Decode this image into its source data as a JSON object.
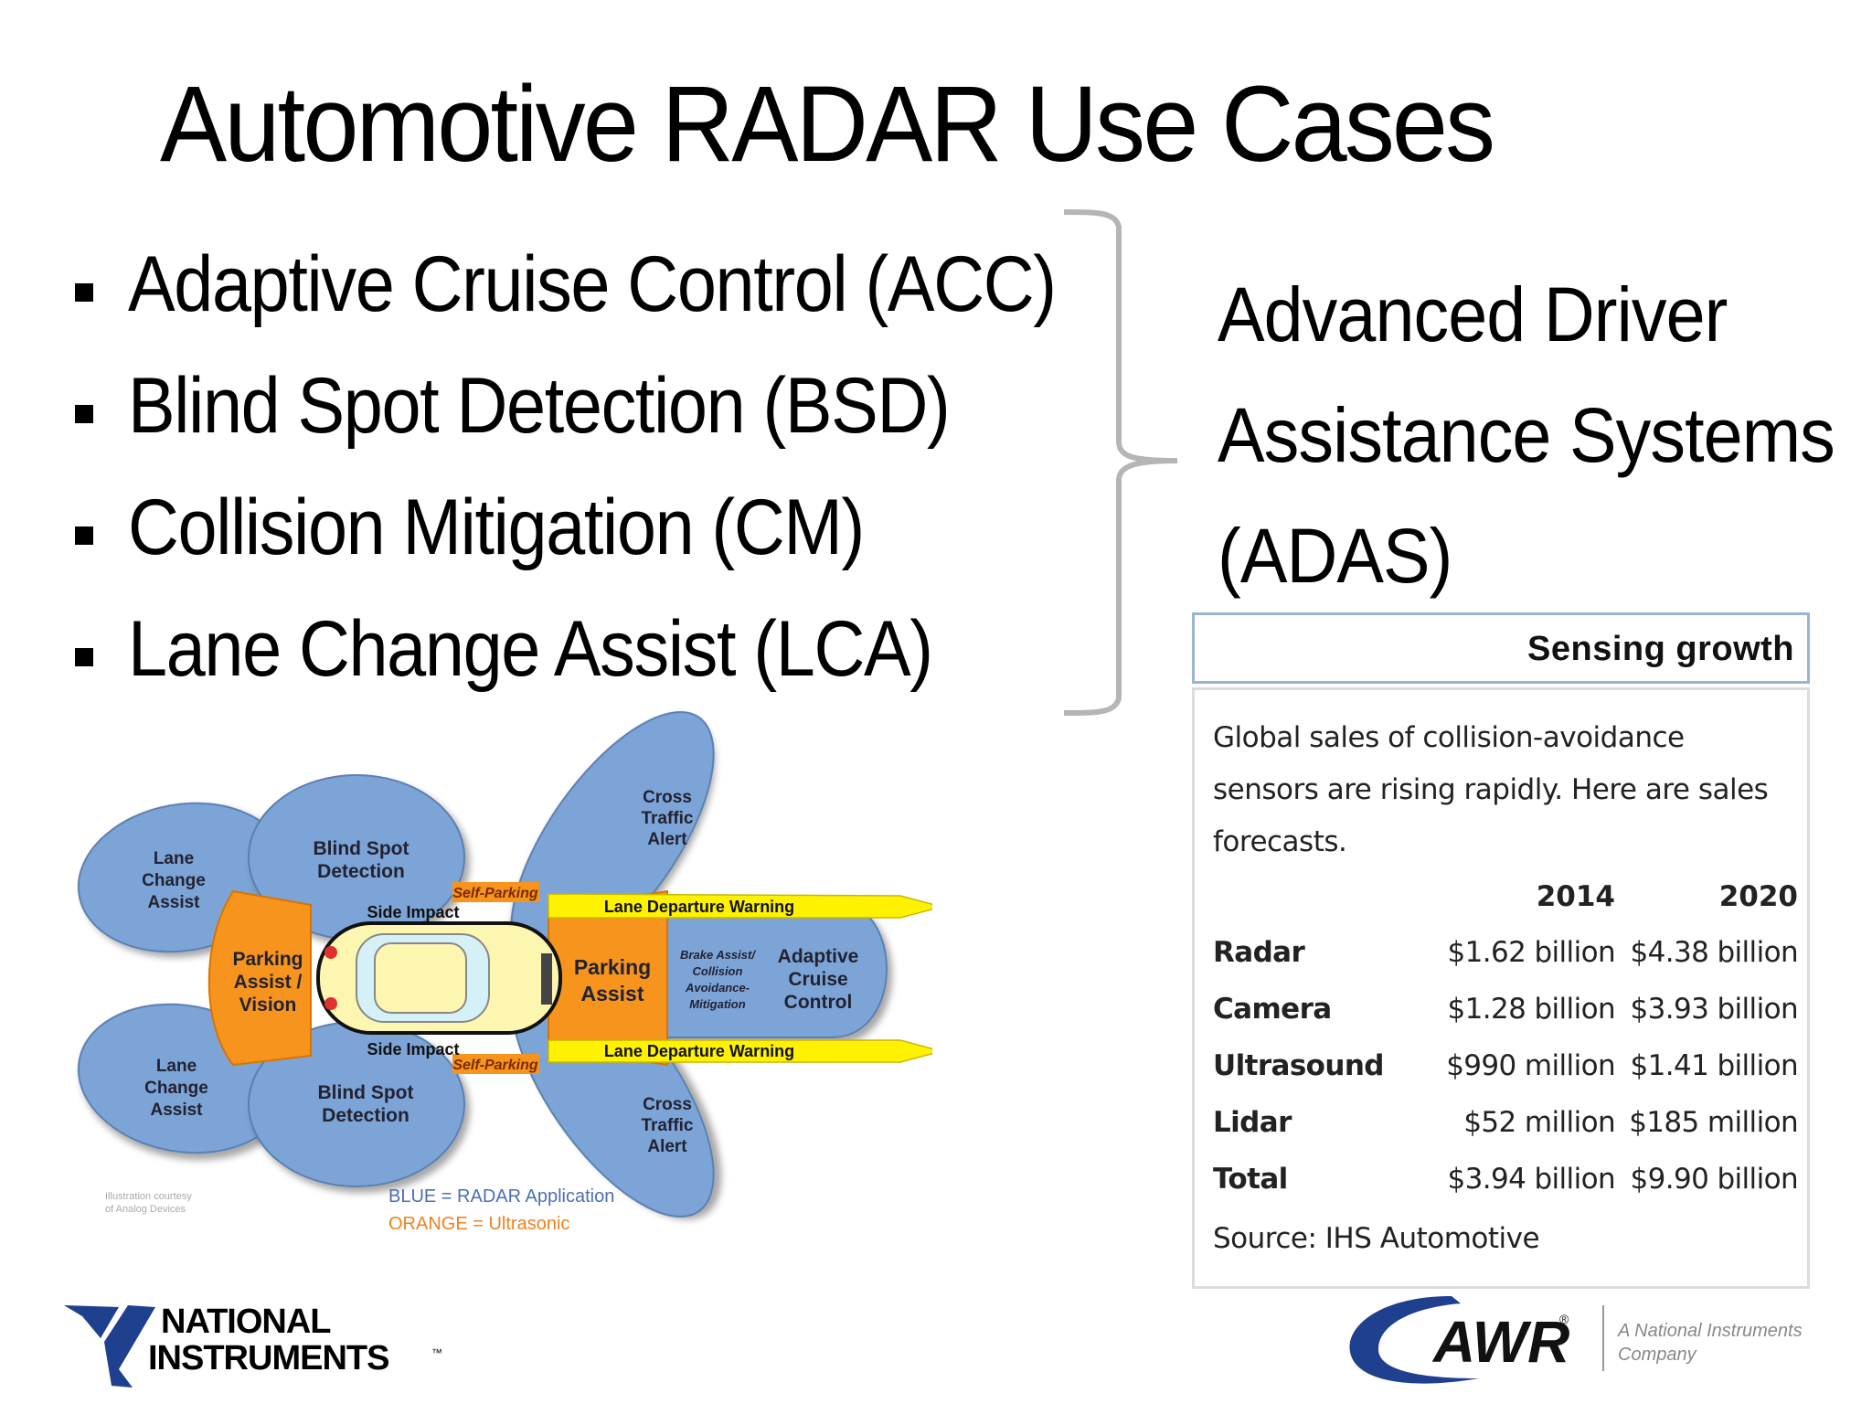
{
  "slide": {
    "title": "Automotive RADAR Use Cases",
    "bullets": [
      "Adaptive Cruise Control (ACC)",
      "Blind Spot Detection (BSD)",
      "Collision Mitigation (CM)",
      "Lane Change Assist (LCA)"
    ],
    "adas_lines": [
      "Advanced Driver",
      "Assistance Systems",
      "(ADAS)"
    ]
  },
  "sensing_growth": {
    "title": "Sensing growth",
    "description": "Global sales of collision-avoidance sensors are rising rapidly. Here are sales forecasts.",
    "columns": [
      "",
      "2014",
      "2020"
    ],
    "rows": [
      {
        "label": "Radar",
        "y2014": "$1.62 billion",
        "y2020": "$4.38 billion"
      },
      {
        "label": "Camera",
        "y2014": "$1.28 billion",
        "y2020": "$3.93 billion"
      },
      {
        "label": "Ultrasound",
        "y2014": "$990 million",
        "y2020": "$1.41 billion"
      },
      {
        "label": "Lidar",
        "y2014": "$52 million",
        "y2020": "$185 million"
      },
      {
        "label": "Total",
        "y2014": "$3.94 billion",
        "y2020": "$9.90 billion"
      }
    ],
    "source": "Source: IHS Automotive"
  },
  "diagram": {
    "lane_change_assist_1": "Lane",
    "lane_change_assist_2": "Change",
    "lane_change_assist_3": "Assist",
    "blind_spot_1": "Blind Spot",
    "blind_spot_2": "Detection",
    "cross_traffic_1": "Cross",
    "cross_traffic_2": "Traffic",
    "cross_traffic_3": "Alert",
    "self_parking": "Self-Parking",
    "side_impact": "Side Impact",
    "lane_departure": "Lane Departure Warning",
    "parking_vision_1": "Parking",
    "parking_vision_2": "Assist /",
    "parking_vision_3": "Vision",
    "parking_assist_1": "Parking",
    "parking_assist_2": "Assist",
    "brake_1": "Brake Assist/",
    "brake_2": "Collision",
    "brake_3": "Avoidance-",
    "brake_4": "Mitigation",
    "acc_1": "Adaptive",
    "acc_2": "Cruise",
    "acc_3": "Control",
    "credit_1": "Illustration courtesy",
    "credit_2": "of Analog Devices",
    "legend_blue": "BLUE = RADAR Application",
    "legend_orange": "ORANGE = Ultrasonic",
    "colors": {
      "radar_blue": "#7da4d6",
      "ultrasonic_orange": "#f7941d",
      "warning_yellow": "#fff200"
    }
  },
  "logos": {
    "ni_line1": "NATIONAL",
    "ni_line2": "INSTRUMENTS",
    "ni_tm": "™",
    "awr": "AWR",
    "awr_reg": "®",
    "awr_tag1": "A National Instruments",
    "awr_tag2": "Company"
  }
}
